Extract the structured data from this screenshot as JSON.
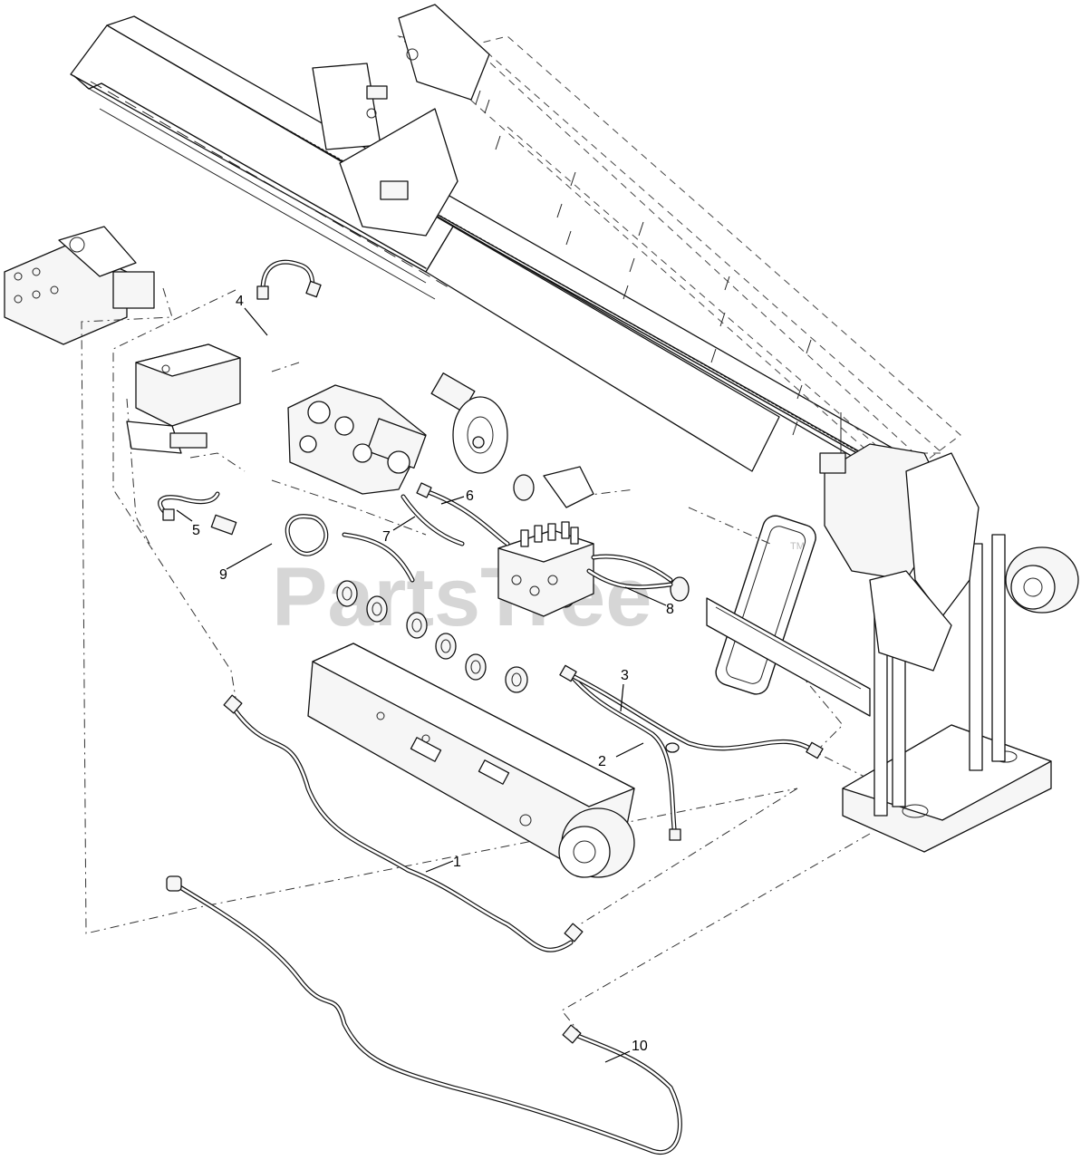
{
  "diagram": {
    "watermark": "PartsTree",
    "watermark_mark": "TM",
    "callouts": [
      {
        "id": 1,
        "label": "1"
      },
      {
        "id": 2,
        "label": "2"
      },
      {
        "id": 3,
        "label": "3"
      },
      {
        "id": 4,
        "label": "4"
      },
      {
        "id": 5,
        "label": "5"
      },
      {
        "id": 6,
        "label": "6"
      },
      {
        "id": 7,
        "label": "7"
      },
      {
        "id": 8,
        "label": "8"
      },
      {
        "id": 9,
        "label": "9"
      },
      {
        "id": 10,
        "label": "10"
      }
    ]
  }
}
